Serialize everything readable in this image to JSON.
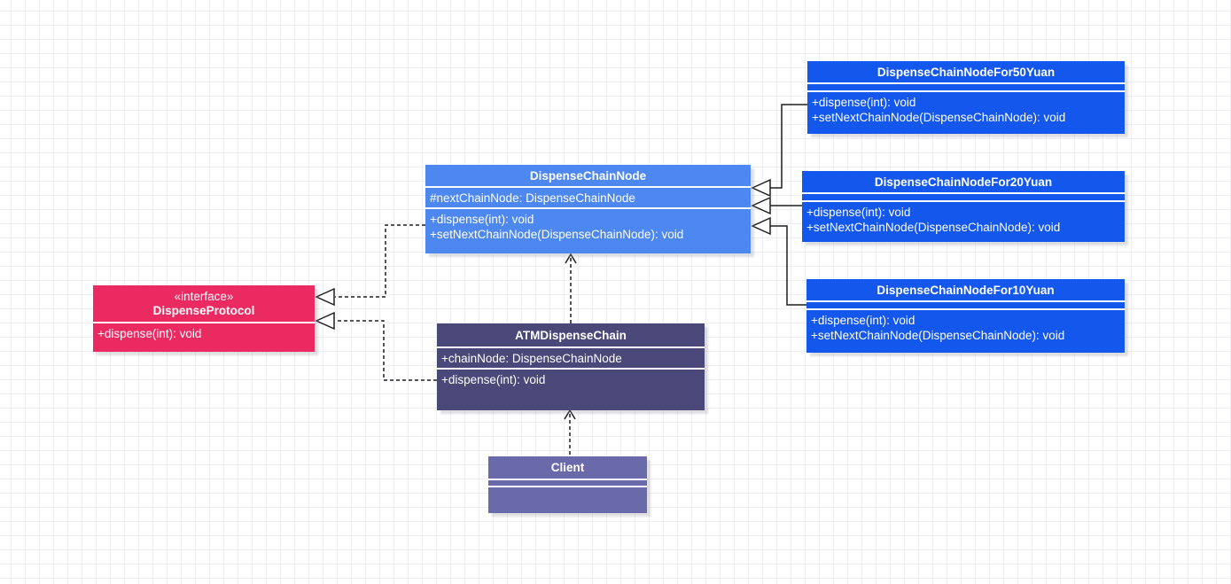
{
  "diagram_type": "uml-class-diagram",
  "colors": {
    "interface_pink": "#eb2a62",
    "chain_node_blue": "#4d87f0",
    "atm_purple": "#4a4878",
    "client_purple": "#6a69aa",
    "subclass_blue": "#1457ec",
    "box_text": "#ffffff",
    "connector_line": "#1f1f1f",
    "grid_line": "#eeeef2",
    "canvas_bg": "#ffffff"
  },
  "classes": [
    {
      "id": "dispense-protocol",
      "stereotype": "«interface»",
      "name": "DispenseProtocol",
      "attributes": [],
      "methods": [
        "+dispense(int): void"
      ]
    },
    {
      "id": "dispense-chain-node",
      "name": "DispenseChainNode",
      "attributes": [
        "#nextChainNode: DispenseChainNode"
      ],
      "methods": [
        "+dispense(int): void",
        "+setNextChainNode(DispenseChainNode): void"
      ]
    },
    {
      "id": "atm-dispense-chain",
      "name": "ATMDispenseChain",
      "attributes": [
        "+chainNode: DispenseChainNode"
      ],
      "methods": [
        "+dispense(int): void"
      ]
    },
    {
      "id": "client",
      "name": "Client",
      "attributes": [],
      "methods": []
    },
    {
      "id": "dispense-chain-node-for-50-yuan",
      "name": "DispenseChainNodeFor50Yuan",
      "attributes": [],
      "methods": [
        "+dispense(int): void",
        "+setNextChainNode(DispenseChainNode): void"
      ]
    },
    {
      "id": "dispense-chain-node-for-20-yuan",
      "name": "DispenseChainNodeFor20Yuan",
      "attributes": [],
      "methods": [
        "+dispense(int): void",
        "+setNextChainNode(DispenseChainNode): void"
      ]
    },
    {
      "id": "dispense-chain-node-for-10-yuan",
      "name": "DispenseChainNodeFor10Yuan",
      "attributes": [],
      "methods": [
        "+dispense(int): void",
        "+setNextChainNode(DispenseChainNode): void"
      ]
    }
  ],
  "relationships": [
    {
      "from": "DispenseChainNode",
      "to": "DispenseProtocol",
      "type": "realization",
      "line": "dashed",
      "arrowhead": "hollow-triangle"
    },
    {
      "from": "ATMDispenseChain",
      "to": "DispenseProtocol",
      "type": "realization",
      "line": "dashed",
      "arrowhead": "hollow-triangle"
    },
    {
      "from": "ATMDispenseChain",
      "to": "DispenseChainNode",
      "type": "dependency",
      "line": "dashed",
      "arrowhead": "open-arrow"
    },
    {
      "from": "Client",
      "to": "ATMDispenseChain",
      "type": "dependency",
      "line": "dashed",
      "arrowhead": "open-arrow"
    },
    {
      "from": "DispenseChainNodeFor50Yuan",
      "to": "DispenseChainNode",
      "type": "generalization",
      "line": "solid",
      "arrowhead": "hollow-triangle"
    },
    {
      "from": "DispenseChainNodeFor20Yuan",
      "to": "DispenseChainNode",
      "type": "generalization",
      "line": "solid",
      "arrowhead": "hollow-triangle"
    },
    {
      "from": "DispenseChainNodeFor10Yuan",
      "to": "DispenseChainNode",
      "type": "generalization",
      "line": "solid",
      "arrowhead": "hollow-triangle"
    }
  ]
}
